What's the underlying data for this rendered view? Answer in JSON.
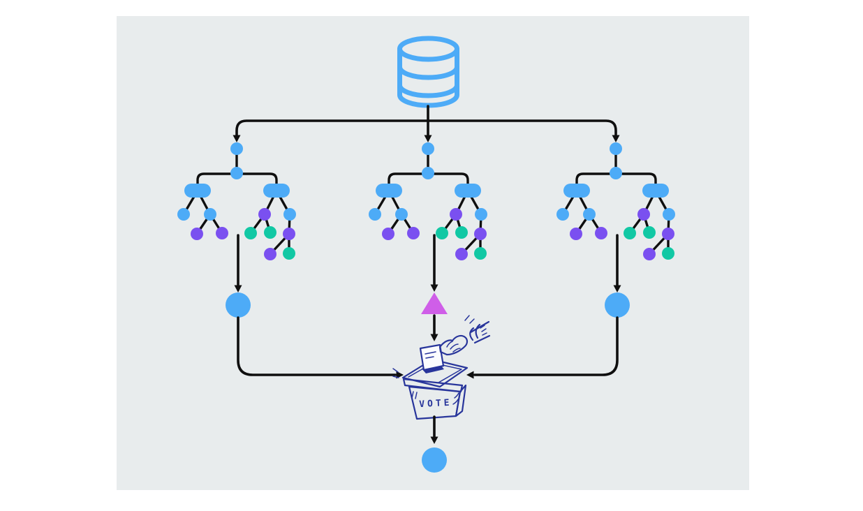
{
  "page": {
    "background": "#ffffff",
    "panel_background": "#e8eced"
  },
  "palette": {
    "blue": "#4dabf7",
    "purple": "#7a50f0",
    "teal": "#11c8a4",
    "magenta": "#cf5ee8",
    "navy": "#28359b",
    "line": "#0f0f0f"
  },
  "source": {
    "icon": "database-cylinder",
    "color": "blue"
  },
  "forest": {
    "tree_count": 3,
    "node_structure": [
      {
        "id": "root",
        "parent": null,
        "shape": "dot",
        "color": "blue"
      },
      {
        "id": "split",
        "parent": "root",
        "shape": "dot",
        "color": "blue"
      },
      {
        "id": "pill-left",
        "parent": "split",
        "shape": "pill",
        "color": "blue"
      },
      {
        "id": "pill-right",
        "parent": "split",
        "shape": "pill",
        "color": "blue"
      },
      {
        "id": "ll",
        "parent": "pill-left",
        "shape": "dot",
        "color": "blue"
      },
      {
        "id": "lr",
        "parent": "pill-left",
        "shape": "dot",
        "color": "blue"
      },
      {
        "id": "lrl",
        "parent": "lr",
        "shape": "dot",
        "color": "purple"
      },
      {
        "id": "lrr",
        "parent": "lr",
        "shape": "dot",
        "color": "purple"
      },
      {
        "id": "rl",
        "parent": "pill-right",
        "shape": "dot",
        "color": "purple"
      },
      {
        "id": "rr",
        "parent": "pill-right",
        "shape": "dot",
        "color": "blue"
      },
      {
        "id": "rll",
        "parent": "rl",
        "shape": "dot",
        "color": "teal"
      },
      {
        "id": "rlr",
        "parent": "rl",
        "shape": "dot",
        "color": "teal"
      },
      {
        "id": "rrc",
        "parent": "rr",
        "shape": "dot",
        "color": "purple"
      },
      {
        "id": "rrcl",
        "parent": "rrc",
        "shape": "dot",
        "color": "purple"
      },
      {
        "id": "rrcr",
        "parent": "rrc",
        "shape": "dot",
        "color": "teal"
      }
    ],
    "trees": [
      {
        "name": "tree-1",
        "prediction": {
          "shape": "circle",
          "color": "blue"
        }
      },
      {
        "name": "tree-2",
        "prediction": {
          "shape": "triangle",
          "color": "magenta"
        }
      },
      {
        "name": "tree-3",
        "prediction": {
          "shape": "circle",
          "color": "blue"
        }
      }
    ]
  },
  "aggregator": {
    "icon": "ballot-box",
    "label": "VOTE"
  },
  "output": {
    "shape": "circle",
    "color": "blue"
  }
}
